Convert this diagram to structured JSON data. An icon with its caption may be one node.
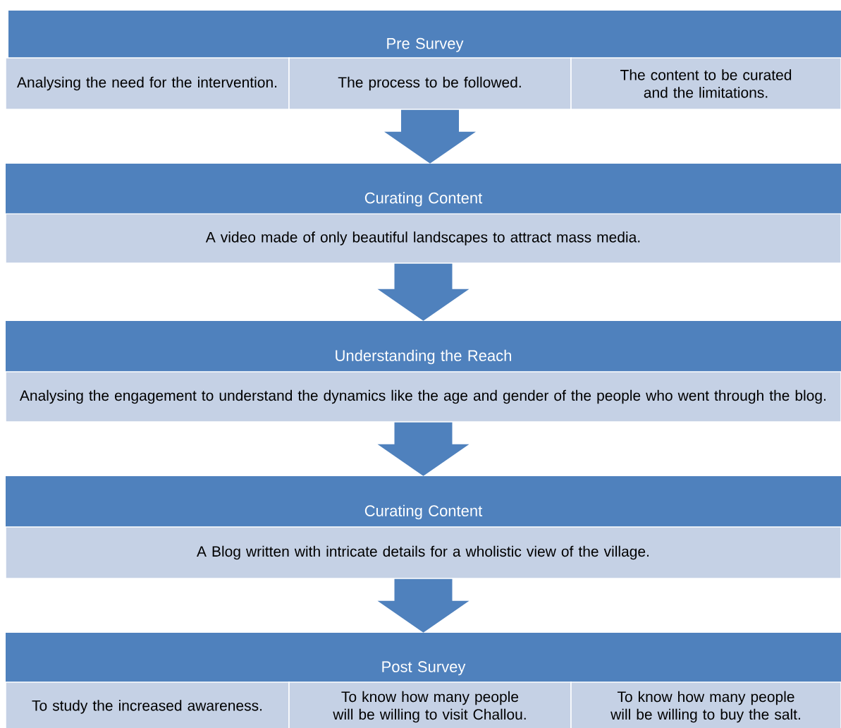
{
  "diagram": {
    "nodes": [
      {
        "text": [
          "Pre Survey"
        ]
      },
      {
        "text": [
          "Analysing the need for the intervention."
        ]
      },
      {
        "text": [
          "The process to be followed."
        ]
      },
      {
        "text": [
          "The content to be curated and the limitations."
        ]
      },
      {
        "text": [
          "Curating Content"
        ]
      },
      {
        "text": [
          "A video made of only beautiful landscapes to attract mass media."
        ]
      },
      {
        "text": [
          "Understanding the Reach"
        ]
      },
      {
        "text": [
          "Analysing the engagement to understand the dynamics like the age and gender of the people who went through the blog."
        ]
      },
      {
        "text": [
          "Curating Content"
        ]
      },
      {
        "text": [
          "A Blog written with intricate details for a wholistic view of the village."
        ]
      },
      {
        "text": [
          "Post Survey"
        ]
      },
      {
        "text": [
          "To study the increased awareness."
        ]
      },
      {
        "text": [
          "To know how many people will be willing to visit Challou."
        ]
      },
      {
        "text": [
          "To know how many people will be willing to buy the salt."
        ]
      }
    ],
    "edges": [
      {
        "from": 2,
        "to": 4,
        "arrow": "to"
      },
      {
        "from": 5,
        "to": 6,
        "arrow": "to"
      },
      {
        "from": 7,
        "to": 8,
        "arrow": "to"
      },
      {
        "from": 9,
        "to": 10,
        "arrow": "to"
      }
    ]
  }
}
